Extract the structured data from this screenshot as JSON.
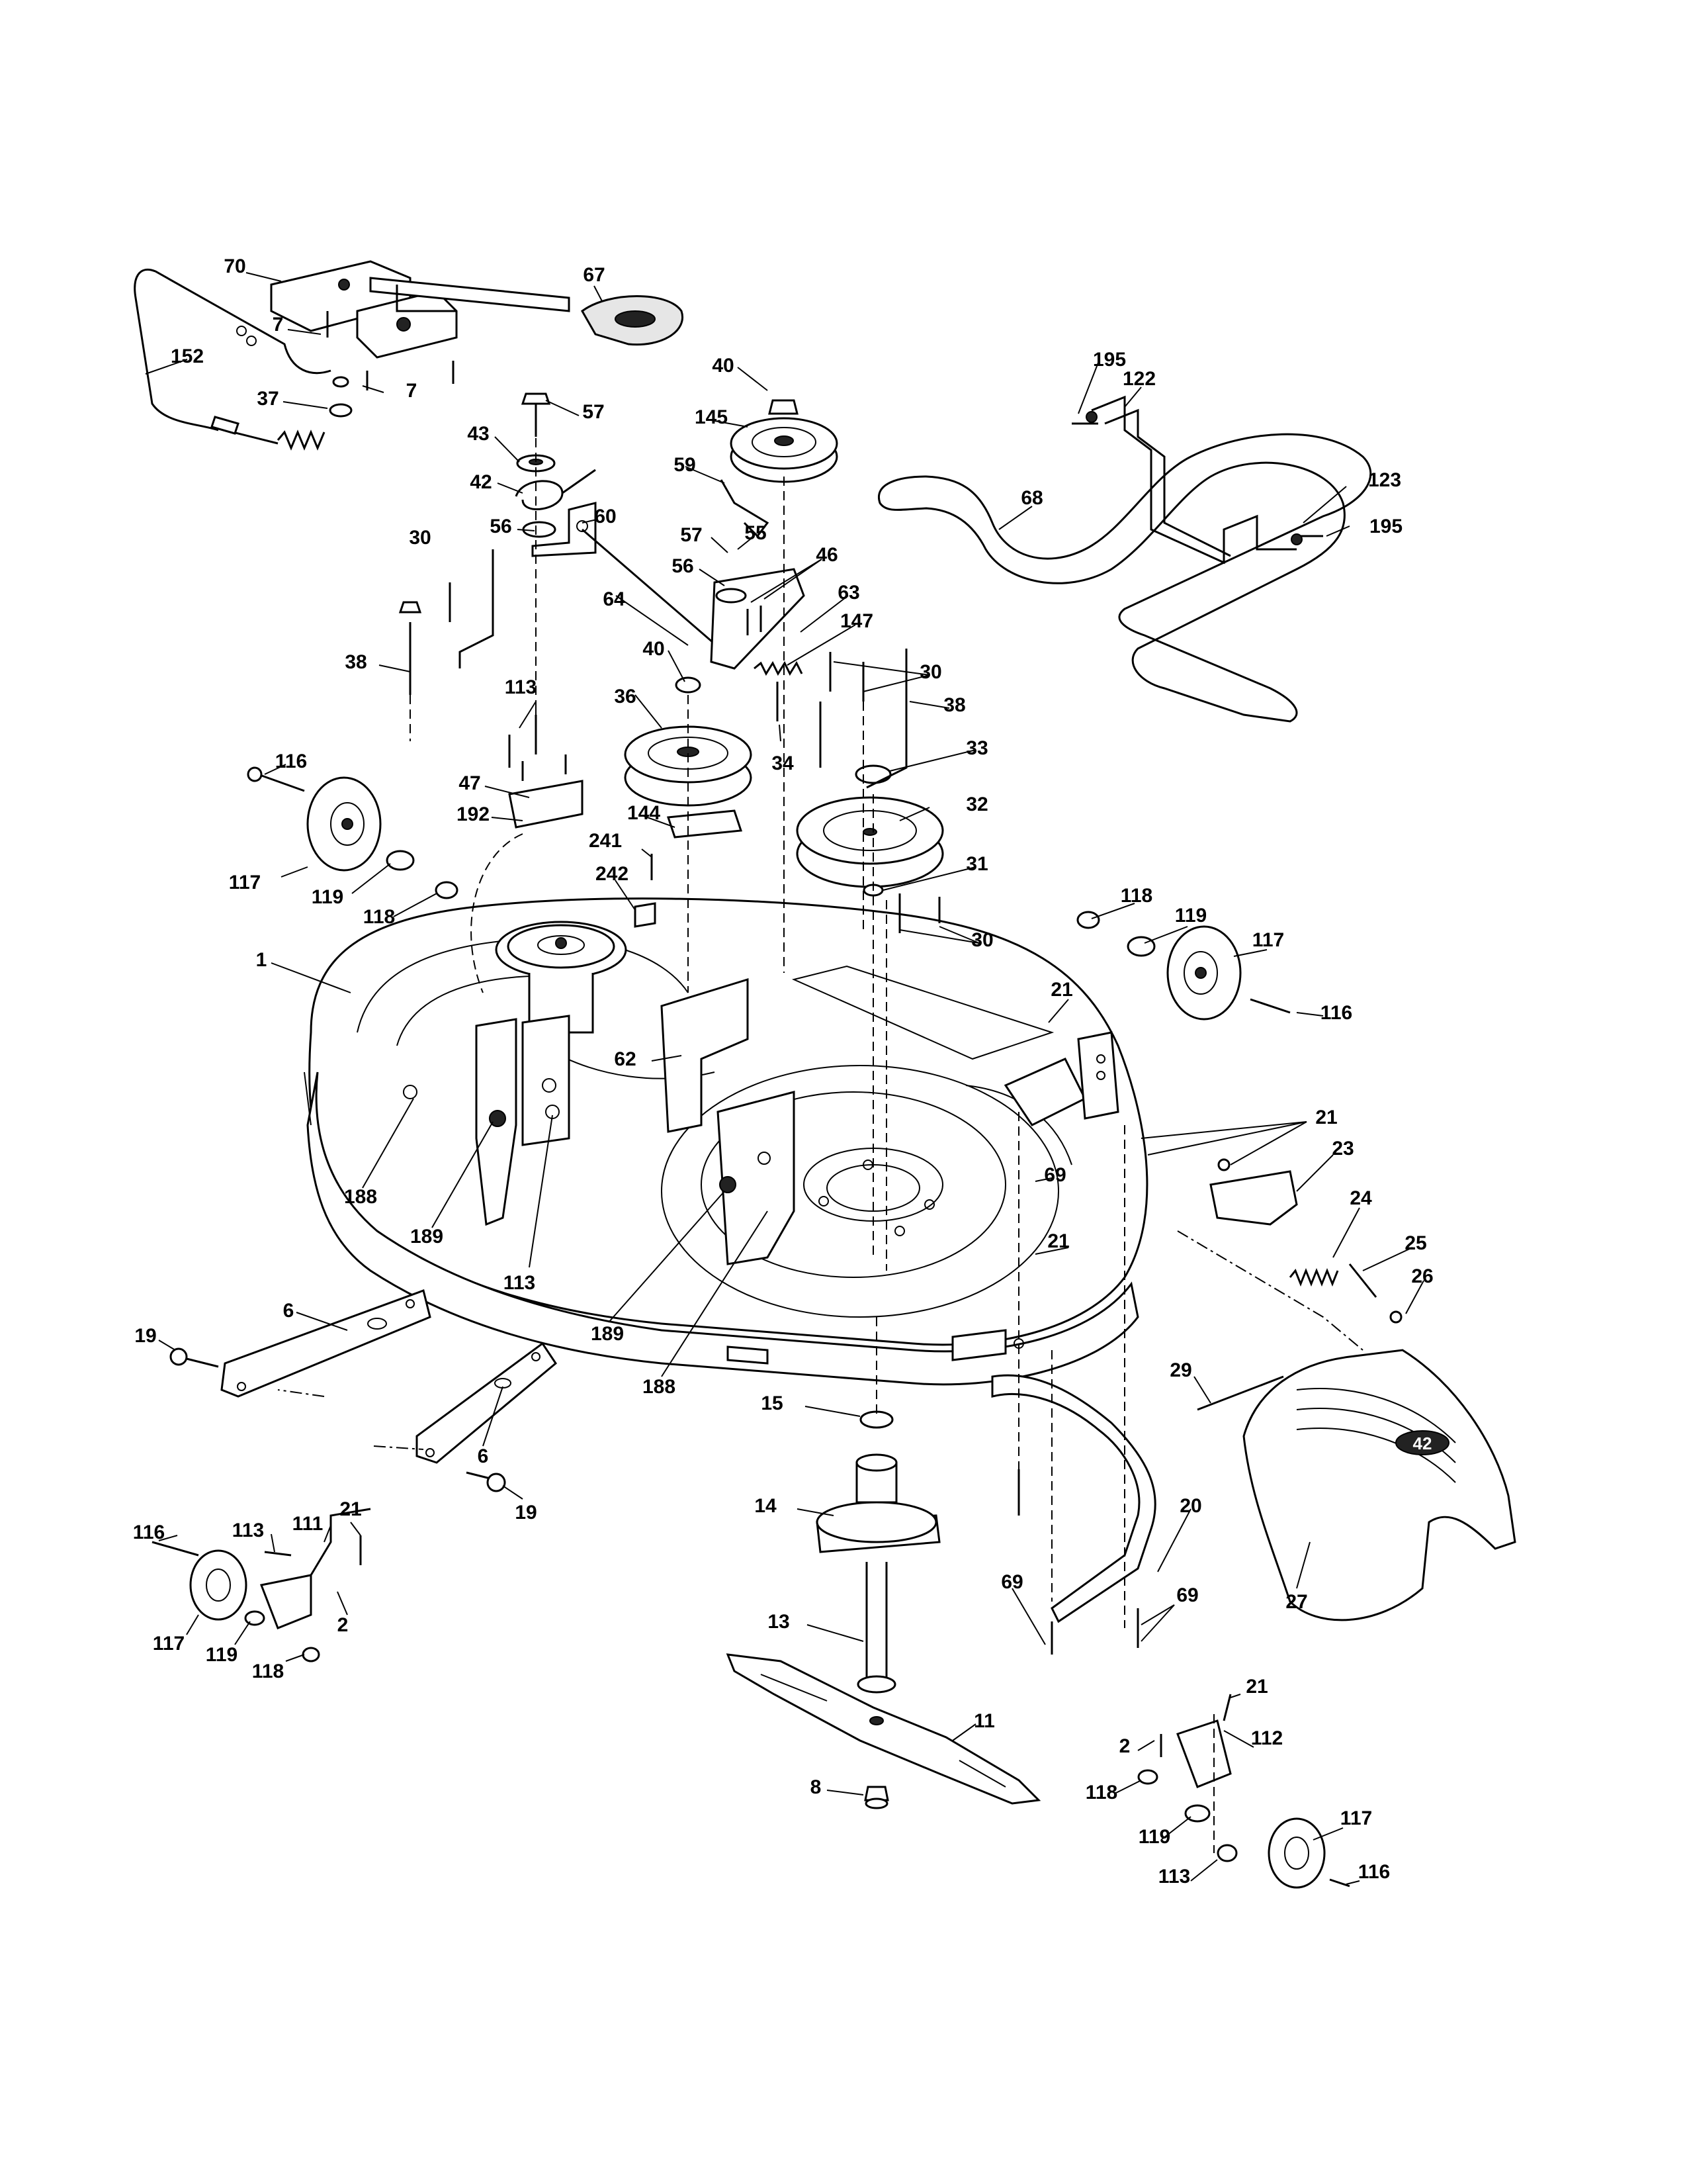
{
  "diagram": {
    "callouts": [
      {
        "id": "70",
        "text": "70"
      },
      {
        "id": "67",
        "text": "67"
      },
      {
        "id": "7a",
        "text": "7"
      },
      {
        "id": "7b",
        "text": "7"
      },
      {
        "id": "152",
        "text": "152"
      },
      {
        "id": "37",
        "text": "37"
      },
      {
        "id": "40a",
        "text": "40"
      },
      {
        "id": "57a",
        "text": "57"
      },
      {
        "id": "145",
        "text": "145"
      },
      {
        "id": "43",
        "text": "43"
      },
      {
        "id": "59",
        "text": "59"
      },
      {
        "id": "42",
        "text": "42"
      },
      {
        "id": "60",
        "text": "60"
      },
      {
        "id": "56a",
        "text": "56"
      },
      {
        "id": "57b",
        "text": "57"
      },
      {
        "id": "55",
        "text": "55"
      },
      {
        "id": "56b",
        "text": "56"
      },
      {
        "id": "46",
        "text": "46"
      },
      {
        "id": "30a",
        "text": "30"
      },
      {
        "id": "64",
        "text": "64"
      },
      {
        "id": "63",
        "text": "63"
      },
      {
        "id": "147",
        "text": "147"
      },
      {
        "id": "38a",
        "text": "38"
      },
      {
        "id": "40b",
        "text": "40"
      },
      {
        "id": "30b",
        "text": "30"
      },
      {
        "id": "38b",
        "text": "38"
      },
      {
        "id": "113a",
        "text": "113"
      },
      {
        "id": "36",
        "text": "36"
      },
      {
        "id": "34",
        "text": "34"
      },
      {
        "id": "33",
        "text": "33"
      },
      {
        "id": "116a",
        "text": "116"
      },
      {
        "id": "47",
        "text": "47"
      },
      {
        "id": "192",
        "text": "192"
      },
      {
        "id": "144",
        "text": "144"
      },
      {
        "id": "32",
        "text": "32"
      },
      {
        "id": "241",
        "text": "241"
      },
      {
        "id": "31",
        "text": "31"
      },
      {
        "id": "117a",
        "text": "117"
      },
      {
        "id": "242",
        "text": "242"
      },
      {
        "id": "119a",
        "text": "119"
      },
      {
        "id": "118a",
        "text": "118"
      },
      {
        "id": "30c",
        "text": "30"
      },
      {
        "id": "118b",
        "text": "118"
      },
      {
        "id": "119b",
        "text": "119"
      },
      {
        "id": "117b",
        "text": "117"
      },
      {
        "id": "1",
        "text": "1"
      },
      {
        "id": "21a",
        "text": "21"
      },
      {
        "id": "116b",
        "text": "116"
      },
      {
        "id": "62",
        "text": "62"
      },
      {
        "id": "21b",
        "text": "21"
      },
      {
        "id": "23",
        "text": "23"
      },
      {
        "id": "69a",
        "text": "69"
      },
      {
        "id": "188a",
        "text": "188"
      },
      {
        "id": "189a",
        "text": "189"
      },
      {
        "id": "113b",
        "text": "113"
      },
      {
        "id": "24",
        "text": "24"
      },
      {
        "id": "21c",
        "text": "21"
      },
      {
        "id": "25",
        "text": "25"
      },
      {
        "id": "26",
        "text": "26"
      },
      {
        "id": "6a",
        "text": "6"
      },
      {
        "id": "19a",
        "text": "19"
      },
      {
        "id": "189b",
        "text": "189"
      },
      {
        "id": "188b",
        "text": "188"
      },
      {
        "id": "29",
        "text": "29"
      },
      {
        "id": "15",
        "text": "15"
      },
      {
        "id": "6b",
        "text": "6"
      },
      {
        "id": "19b",
        "text": "19"
      },
      {
        "id": "14",
        "text": "14"
      },
      {
        "id": "20",
        "text": "20"
      },
      {
        "id": "116c",
        "text": "116"
      },
      {
        "id": "113c",
        "text": "113"
      },
      {
        "id": "111",
        "text": "111"
      },
      {
        "id": "21d",
        "text": "21"
      },
      {
        "id": "69b",
        "text": "69"
      },
      {
        "id": "69c",
        "text": "69"
      },
      {
        "id": "27",
        "text": "27"
      },
      {
        "id": "13",
        "text": "13"
      },
      {
        "id": "2a",
        "text": "2"
      },
      {
        "id": "117c",
        "text": "117"
      },
      {
        "id": "119c",
        "text": "119"
      },
      {
        "id": "118c",
        "text": "118"
      },
      {
        "id": "11",
        "text": "11"
      },
      {
        "id": "21e",
        "text": "21"
      },
      {
        "id": "2b",
        "text": "2"
      },
      {
        "id": "112",
        "text": "112"
      },
      {
        "id": "118d",
        "text": "118"
      },
      {
        "id": "8",
        "text": "8"
      },
      {
        "id": "117d",
        "text": "117"
      },
      {
        "id": "119d",
        "text": "119"
      },
      {
        "id": "116d",
        "text": "116"
      },
      {
        "id": "113d",
        "text": "113"
      },
      {
        "id": "122",
        "text": "122"
      },
      {
        "id": "195a",
        "text": "195"
      },
      {
        "id": "68",
        "text": "68"
      },
      {
        "id": "123",
        "text": "123"
      },
      {
        "id": "195b",
        "text": "195"
      }
    ],
    "deflector_marking": "42",
    "label_marking": "42"
  }
}
